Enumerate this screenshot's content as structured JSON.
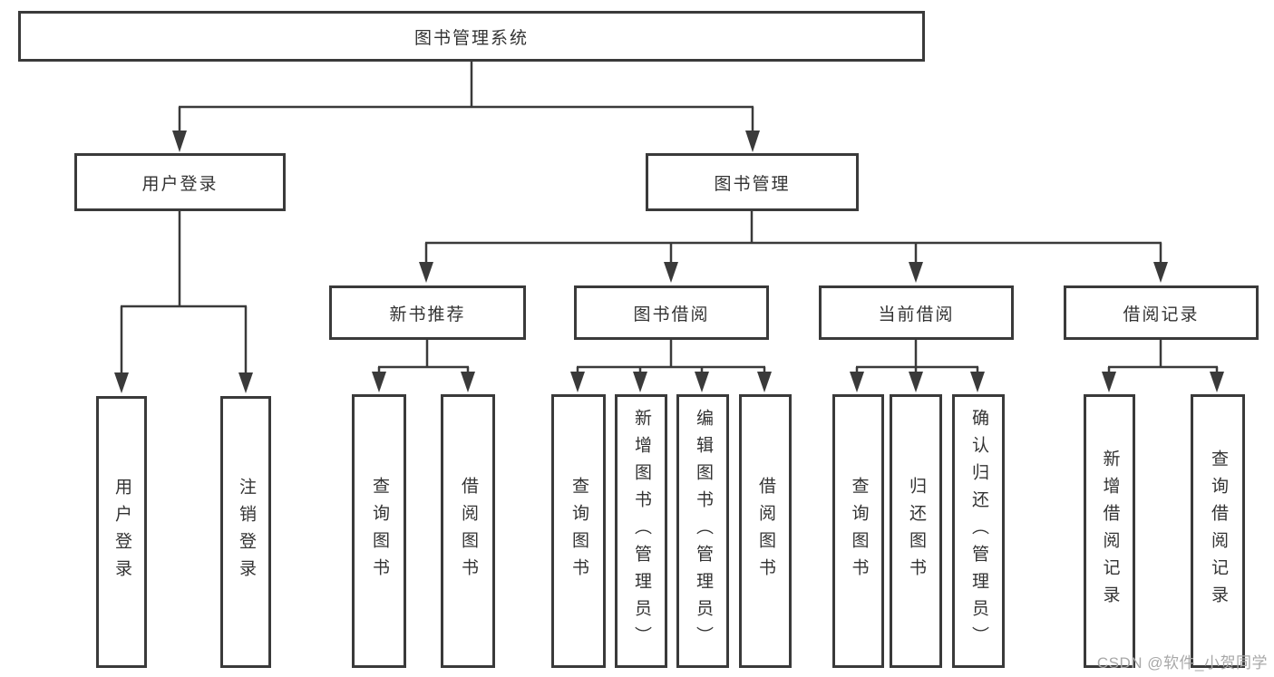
{
  "root": {
    "label": "图书管理系统"
  },
  "user_login": {
    "label": "用户登录",
    "children": [
      {
        "label": "用户登录"
      },
      {
        "label": "注销登录"
      }
    ]
  },
  "book_management": {
    "label": "图书管理",
    "groups": [
      {
        "label": "新书推荐",
        "children": [
          {
            "label": "查询图书"
          },
          {
            "label": "借阅图书"
          }
        ]
      },
      {
        "label": "图书借阅",
        "children": [
          {
            "label": "查询图书"
          },
          {
            "label": "新增图书（管理员）"
          },
          {
            "label": "编辑图书（管理员）"
          },
          {
            "label": "借阅图书"
          }
        ]
      },
      {
        "label": "当前借阅",
        "children": [
          {
            "label": "查询图书"
          },
          {
            "label": "归还图书"
          },
          {
            "label": "确认归还（管理员）"
          }
        ]
      },
      {
        "label": "借阅记录",
        "children": [
          {
            "label": "新增借阅记录"
          },
          {
            "label": "查询借阅记录"
          }
        ]
      }
    ]
  },
  "watermark": "CSDN @软件_小贺同学",
  "colors": {
    "line": "#3a3a3a",
    "text": "#333333",
    "watermark": "#a8a8a8",
    "background": "#ffffff"
  }
}
